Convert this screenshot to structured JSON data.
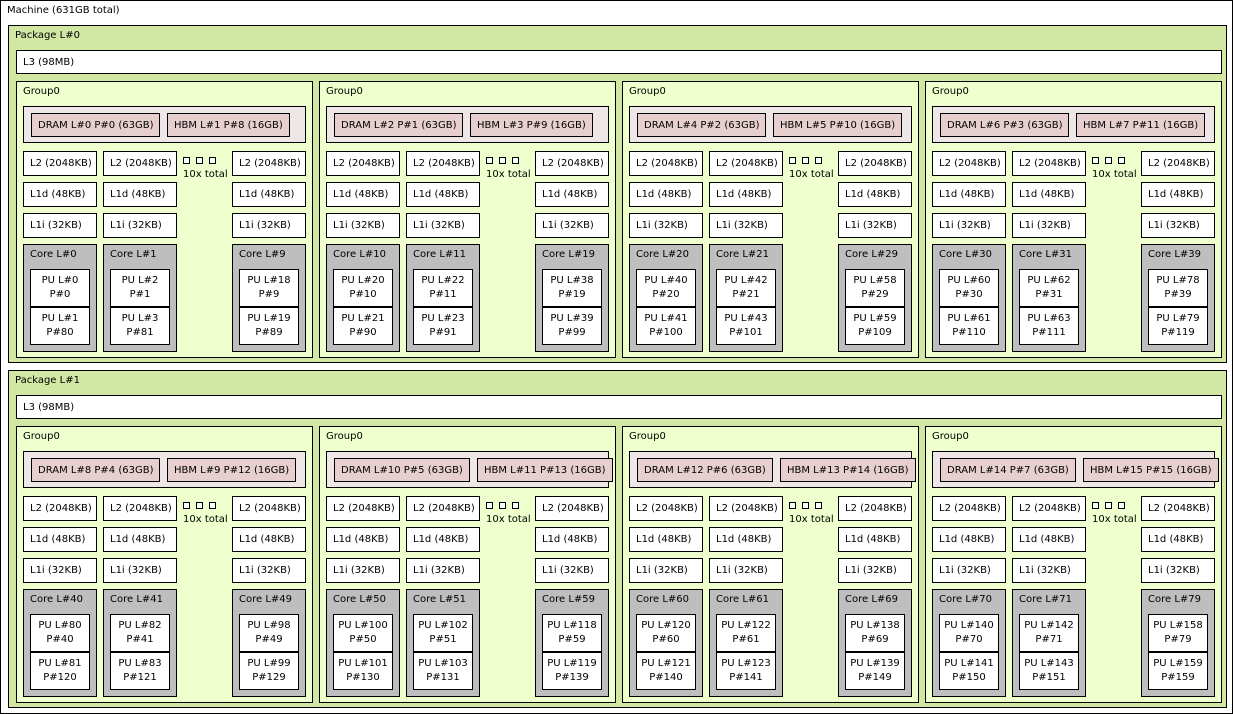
{
  "machine": {
    "label": "Machine (631GB total)"
  },
  "packages": [
    {
      "label": "Package L#0",
      "l3": "L3 (98MB)",
      "groups": [
        {
          "label": "Group0",
          "dram": "DRAM L#0 P#0 (63GB)",
          "hbm": "HBM L#1 P#8 (16GB)",
          "l2": "L2 (2048KB)",
          "l1d": "L1d (48KB)",
          "l1i": "L1i (32KB)",
          "more": "10x total",
          "cores": [
            {
              "label": "Core L#0",
              "pus": [
                [
                  "PU L#0",
                  "P#0"
                ],
                [
                  "PU L#1",
                  "P#80"
                ]
              ]
            },
            {
              "label": "Core L#1",
              "pus": [
                [
                  "PU L#2",
                  "P#1"
                ],
                [
                  "PU L#3",
                  "P#81"
                ]
              ]
            },
            {
              "label": "Core L#9",
              "pus": [
                [
                  "PU L#18",
                  "P#9"
                ],
                [
                  "PU L#19",
                  "P#89"
                ]
              ]
            }
          ]
        },
        {
          "label": "Group0",
          "dram": "DRAM L#2 P#1 (63GB)",
          "hbm": "HBM L#3 P#9 (16GB)",
          "l2": "L2 (2048KB)",
          "l1d": "L1d (48KB)",
          "l1i": "L1i (32KB)",
          "more": "10x total",
          "cores": [
            {
              "label": "Core L#10",
              "pus": [
                [
                  "PU L#20",
                  "P#10"
                ],
                [
                  "PU L#21",
                  "P#90"
                ]
              ]
            },
            {
              "label": "Core L#11",
              "pus": [
                [
                  "PU L#22",
                  "P#11"
                ],
                [
                  "PU L#23",
                  "P#91"
                ]
              ]
            },
            {
              "label": "Core L#19",
              "pus": [
                [
                  "PU L#38",
                  "P#19"
                ],
                [
                  "PU L#39",
                  "P#99"
                ]
              ]
            }
          ]
        },
        {
          "label": "Group0",
          "dram": "DRAM L#4 P#2 (63GB)",
          "hbm": "HBM L#5 P#10 (16GB)",
          "l2": "L2 (2048KB)",
          "l1d": "L1d (48KB)",
          "l1i": "L1i (32KB)",
          "more": "10x total",
          "cores": [
            {
              "label": "Core L#20",
              "pus": [
                [
                  "PU L#40",
                  "P#20"
                ],
                [
                  "PU L#41",
                  "P#100"
                ]
              ]
            },
            {
              "label": "Core L#21",
              "pus": [
                [
                  "PU L#42",
                  "P#21"
                ],
                [
                  "PU L#43",
                  "P#101"
                ]
              ]
            },
            {
              "label": "Core L#29",
              "pus": [
                [
                  "PU L#58",
                  "P#29"
                ],
                [
                  "PU L#59",
                  "P#109"
                ]
              ]
            }
          ]
        },
        {
          "label": "Group0",
          "dram": "DRAM L#6 P#3 (63GB)",
          "hbm": "HBM L#7 P#11 (16GB)",
          "l2": "L2 (2048KB)",
          "l1d": "L1d (48KB)",
          "l1i": "L1i (32KB)",
          "more": "10x total",
          "cores": [
            {
              "label": "Core L#30",
              "pus": [
                [
                  "PU L#60",
                  "P#30"
                ],
                [
                  "PU L#61",
                  "P#110"
                ]
              ]
            },
            {
              "label": "Core L#31",
              "pus": [
                [
                  "PU L#62",
                  "P#31"
                ],
                [
                  "PU L#63",
                  "P#111"
                ]
              ]
            },
            {
              "label": "Core L#39",
              "pus": [
                [
                  "PU L#78",
                  "P#39"
                ],
                [
                  "PU L#79",
                  "P#119"
                ]
              ]
            }
          ]
        }
      ]
    },
    {
      "label": "Package L#1",
      "l3": "L3 (98MB)",
      "groups": [
        {
          "label": "Group0",
          "dram": "DRAM L#8 P#4 (63GB)",
          "hbm": "HBM L#9 P#12 (16GB)",
          "l2": "L2 (2048KB)",
          "l1d": "L1d (48KB)",
          "l1i": "L1i (32KB)",
          "more": "10x total",
          "cores": [
            {
              "label": "Core L#40",
              "pus": [
                [
                  "PU L#80",
                  "P#40"
                ],
                [
                  "PU L#81",
                  "P#120"
                ]
              ]
            },
            {
              "label": "Core L#41",
              "pus": [
                [
                  "PU L#82",
                  "P#41"
                ],
                [
                  "PU L#83",
                  "P#121"
                ]
              ]
            },
            {
              "label": "Core L#49",
              "pus": [
                [
                  "PU L#98",
                  "P#49"
                ],
                [
                  "PU L#99",
                  "P#129"
                ]
              ]
            }
          ]
        },
        {
          "label": "Group0",
          "dram": "DRAM L#10 P#5 (63GB)",
          "hbm": "HBM L#11 P#13 (16GB)",
          "l2": "L2 (2048KB)",
          "l1d": "L1d (48KB)",
          "l1i": "L1i (32KB)",
          "more": "10x total",
          "cores": [
            {
              "label": "Core L#50",
              "pus": [
                [
                  "PU L#100",
                  "P#50"
                ],
                [
                  "PU L#101",
                  "P#130"
                ]
              ]
            },
            {
              "label": "Core L#51",
              "pus": [
                [
                  "PU L#102",
                  "P#51"
                ],
                [
                  "PU L#103",
                  "P#131"
                ]
              ]
            },
            {
              "label": "Core L#59",
              "pus": [
                [
                  "PU L#118",
                  "P#59"
                ],
                [
                  "PU L#119",
                  "P#139"
                ]
              ]
            }
          ]
        },
        {
          "label": "Group0",
          "dram": "DRAM L#12 P#6 (63GB)",
          "hbm": "HBM L#13 P#14 (16GB)",
          "l2": "L2 (2048KB)",
          "l1d": "L1d (48KB)",
          "l1i": "L1i (32KB)",
          "more": "10x total",
          "cores": [
            {
              "label": "Core L#60",
              "pus": [
                [
                  "PU L#120",
                  "P#60"
                ],
                [
                  "PU L#121",
                  "P#140"
                ]
              ]
            },
            {
              "label": "Core L#61",
              "pus": [
                [
                  "PU L#122",
                  "P#61"
                ],
                [
                  "PU L#123",
                  "P#141"
                ]
              ]
            },
            {
              "label": "Core L#69",
              "pus": [
                [
                  "PU L#138",
                  "P#69"
                ],
                [
                  "PU L#139",
                  "P#149"
                ]
              ]
            }
          ]
        },
        {
          "label": "Group0",
          "dram": "DRAM L#14 P#7 (63GB)",
          "hbm": "HBM L#15 P#15 (16GB)",
          "l2": "L2 (2048KB)",
          "l1d": "L1d (48KB)",
          "l1i": "L1i (32KB)",
          "more": "10x total",
          "cores": [
            {
              "label": "Core L#70",
              "pus": [
                [
                  "PU L#140",
                  "P#70"
                ],
                [
                  "PU L#141",
                  "P#150"
                ]
              ]
            },
            {
              "label": "Core L#71",
              "pus": [
                [
                  "PU L#142",
                  "P#71"
                ],
                [
                  "PU L#143",
                  "P#151"
                ]
              ]
            },
            {
              "label": "Core L#79",
              "pus": [
                [
                  "PU L#158",
                  "P#79"
                ],
                [
                  "PU L#159",
                  "P#159"
                ]
              ]
            }
          ]
        }
      ]
    }
  ]
}
